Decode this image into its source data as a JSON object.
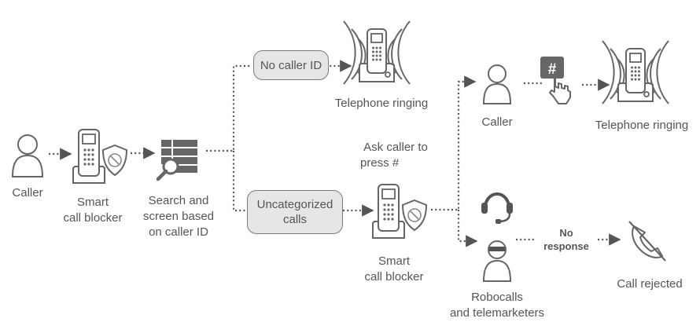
{
  "labels": {
    "caller_left": "Caller",
    "smart_blocker_1_line1": "Smart",
    "smart_blocker_1_line2": "call blocker",
    "search_line1": "Search and",
    "search_line2": "screen based",
    "search_line3": "on caller ID",
    "no_caller_id": "No caller ID",
    "telephone_ringing_top": "Telephone ringing",
    "ask_line1": "Ask caller to",
    "ask_line2": "press #",
    "uncategorized_line1": "Uncategorized",
    "uncategorized_line2": "calls",
    "smart_blocker_2_line1": "Smart",
    "smart_blocker_2_line2": "call blocker",
    "caller_right": "Caller",
    "hash_key": "#",
    "telephone_ringing_right": "Telephone ringing",
    "robocalls_line1": "Robocalls",
    "robocalls_line2": "and telemarketers",
    "no_response_line1": "No",
    "no_response_line2": "response",
    "call_rejected": "Call rejected"
  },
  "colors": {
    "icon": "#666666",
    "connector": "#555555",
    "pill_fill": "#e6e6e6",
    "pill_border": "#7a7a7a",
    "text": "#555555"
  },
  "icons": [
    "person-icon",
    "cordless-phone-icon",
    "shield-icon",
    "database-search-icon",
    "phone-ringing-icon",
    "hand-press-key-icon",
    "headset-agent-icon",
    "masked-robber-icon",
    "phone-blocked-icon"
  ]
}
